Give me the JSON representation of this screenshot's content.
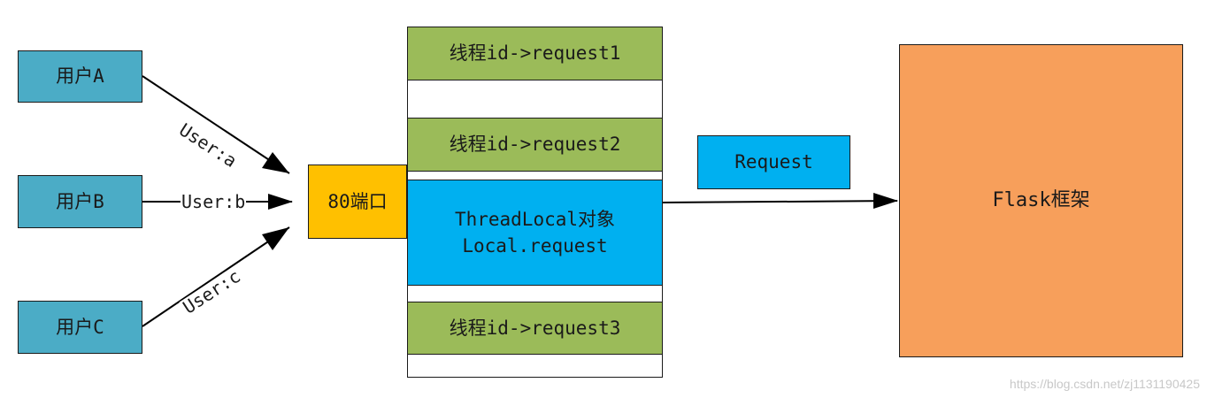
{
  "users": [
    {
      "label": "用户A"
    },
    {
      "label": "用户B"
    },
    {
      "label": "用户C"
    }
  ],
  "edges": [
    {
      "label": "User:a"
    },
    {
      "label": "User:b"
    },
    {
      "label": "User:c"
    }
  ],
  "port": {
    "label": "80端口"
  },
  "threads": {
    "t1": "线程id->request1",
    "t2": "线程id->request2",
    "t3": "线程id->request3"
  },
  "threadlocal": {
    "line1": "ThreadLocal对象",
    "line2": "Local.request"
  },
  "request": {
    "label": "Request"
  },
  "flask": {
    "label": "Flask框架"
  },
  "watermark": "https://blog.csdn.net/zj1131190425",
  "colors": {
    "user": "#4bacc6",
    "port": "#ffc000",
    "thread": "#9bbb59",
    "threadlocal": "#00b0f0",
    "request": "#00b0f0",
    "flask": "#f79f5b"
  }
}
